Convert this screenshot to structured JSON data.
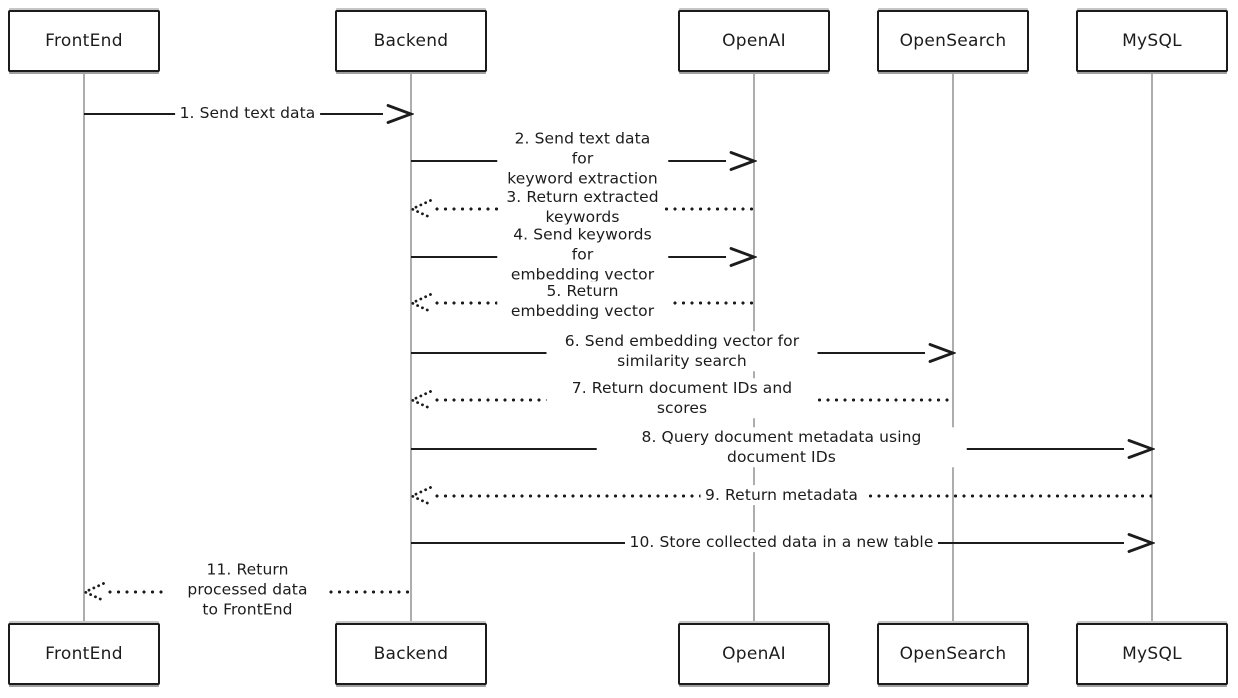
{
  "diagram": {
    "type": "sequence-diagram",
    "actors": [
      {
        "name": "FrontEnd"
      },
      {
        "name": "Backend"
      },
      {
        "name": "OpenAI"
      },
      {
        "name": "OpenSearch"
      },
      {
        "name": "MySQL"
      }
    ],
    "messages": [
      {
        "from": "FrontEnd",
        "to": "Backend",
        "line": "solid",
        "label": "1. Send text data"
      },
      {
        "from": "Backend",
        "to": "OpenAI",
        "line": "solid",
        "label": "2. Send text data for\nkeyword extraction"
      },
      {
        "from": "OpenAI",
        "to": "Backend",
        "line": "dotted",
        "label": "3. Return extracted\nkeywords"
      },
      {
        "from": "Backend",
        "to": "OpenAI",
        "line": "solid",
        "label": "4. Send keywords for\nembedding vector"
      },
      {
        "from": "OpenAI",
        "to": "Backend",
        "line": "dotted",
        "label": "5. Return embedding vector"
      },
      {
        "from": "Backend",
        "to": "OpenSearch",
        "line": "solid",
        "label": "6. Send embedding vector for similarity search"
      },
      {
        "from": "OpenSearch",
        "to": "Backend",
        "line": "dotted",
        "label": "7. Return document IDs and scores"
      },
      {
        "from": "Backend",
        "to": "MySQL",
        "line": "solid",
        "label": "8. Query document metadata using document IDs"
      },
      {
        "from": "MySQL",
        "to": "Backend",
        "line": "dotted",
        "label": "9. Return metadata"
      },
      {
        "from": "Backend",
        "to": "MySQL",
        "line": "solid",
        "label": "10. Store collected data in a new table"
      },
      {
        "from": "Backend",
        "to": "FrontEnd",
        "line": "dotted",
        "label": "11. Return processed data\nto FrontEnd"
      }
    ],
    "colors": {
      "stroke": "#1c1c1c",
      "lifeline": "#adadad",
      "background": "#ffffff"
    }
  }
}
